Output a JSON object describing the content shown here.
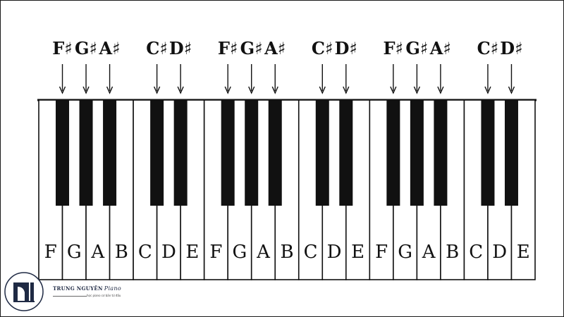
{
  "keyboard": {
    "white_keys": [
      "F",
      "G",
      "A",
      "B",
      "C",
      "D",
      "E",
      "F",
      "G",
      "A",
      "B",
      "C",
      "D",
      "E",
      "F",
      "G",
      "A",
      "B",
      "C",
      "D",
      "E"
    ],
    "black_keys": [
      "F♯",
      "G♯",
      "A♯",
      "C♯",
      "D♯",
      "F♯",
      "G♯",
      "A♯",
      "C♯",
      "D♯",
      "F♯",
      "G♯",
      "A♯",
      "C♯",
      "D♯"
    ]
  },
  "brand": {
    "name": "TRUNG NGUYÊN",
    "script": "Piano",
    "tagline": "học piano cơ bản từ đầu"
  },
  "colors": {
    "ink": "#111111",
    "background": "#ffffff",
    "brand": "#1f2a44"
  }
}
